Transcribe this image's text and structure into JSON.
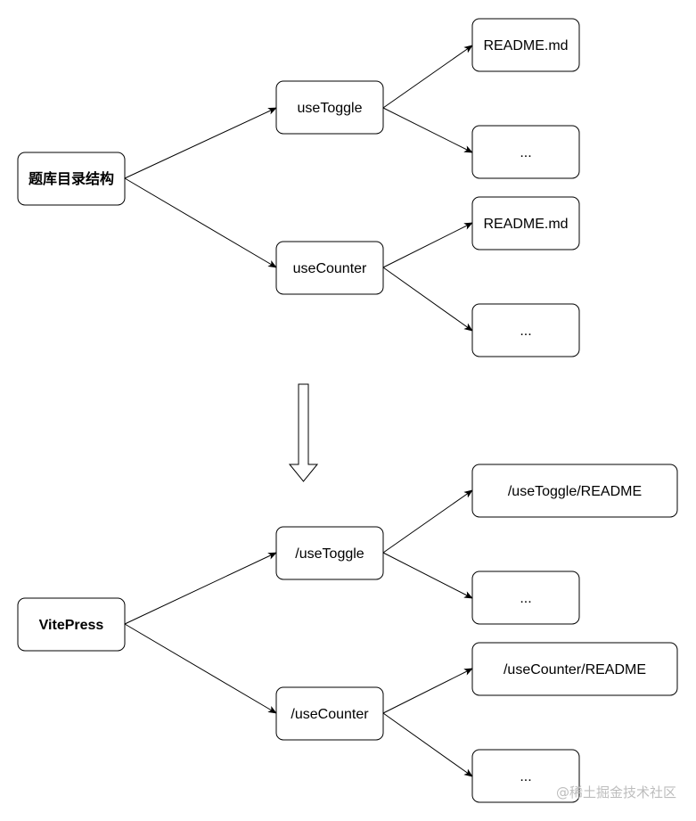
{
  "top_tree": {
    "root": "题库目录结构",
    "branch_1": {
      "label": "useToggle",
      "child_1": "README.md",
      "child_2": "..."
    },
    "branch_2": {
      "label": "useCounter",
      "child_1": "README.md",
      "child_2": "..."
    }
  },
  "bottom_tree": {
    "root": "VitePress",
    "branch_1": {
      "label": "/useToggle",
      "child_1": "/useToggle/README",
      "child_2": "..."
    },
    "branch_2": {
      "label": "/useCounter",
      "child_1": "/useCounter/README",
      "child_2": "..."
    }
  },
  "watermark": "@稀土掘金技术社区",
  "colors": {
    "stroke": "#000000",
    "fill": "#ffffff",
    "watermark": "#bdbdbd"
  }
}
